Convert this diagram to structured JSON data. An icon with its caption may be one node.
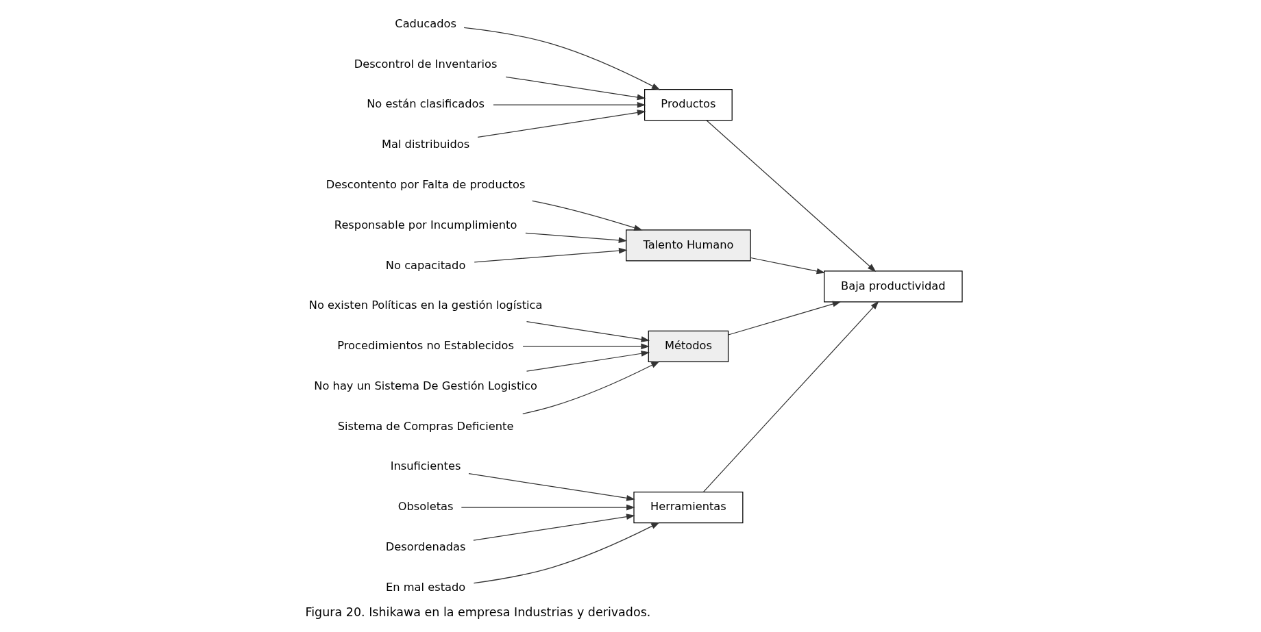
{
  "diagram": {
    "caption": "Figura 20. Ishikawa en la empresa Industrias y derivados.",
    "nodes": [
      {
        "text": [
          "Herramientas"
        ]
      },
      {
        "text": [
          "Insuficientes"
        ]
      },
      {
        "text": [
          "Obsoletas"
        ]
      },
      {
        "text": [
          "Desordenadas"
        ]
      },
      {
        "text": [
          "En mal estado"
        ]
      },
      {
        "text": [
          "Productos"
        ]
      },
      {
        "text": [
          "Caducados"
        ]
      },
      {
        "text": [
          "Descontrol de Inventarios"
        ]
      },
      {
        "text": [
          "No están clasificados"
        ]
      },
      {
        "text": [
          "Mal distribuidos"
        ]
      },
      {
        "text": [
          "Baja productividad"
        ]
      },
      {
        "text": [
          "Descontento por Falta de productos"
        ]
      },
      {
        "text": [
          "Responsable por Incumplimiento"
        ]
      },
      {
        "text": [
          "No capacitado"
        ]
      },
      {
        "text": [
          "Talento Humano"
        ]
      },
      {
        "text": [
          "No existen Políticas en la gestión logística"
        ]
      },
      {
        "text": [
          "Procedimientos no Establecidos"
        ]
      },
      {
        "text": [
          "No hay un Sistema De Gestión Logistico"
        ]
      },
      {
        "text": [
          "Sistema de Compras Deficiente"
        ]
      },
      {
        "text": [
          "Métodos"
        ]
      }
    ],
    "edges": [
      {
        "from": 1,
        "to": 0,
        "arrow": "to"
      },
      {
        "from": 2,
        "to": 0,
        "arrow": "to"
      },
      {
        "from": 3,
        "to": 0,
        "arrow": "to"
      },
      {
        "from": 4,
        "to": 0,
        "arrow": "to"
      },
      {
        "from": 6,
        "to": 5,
        "arrow": "to"
      },
      {
        "from": 7,
        "to": 5,
        "arrow": "to"
      },
      {
        "from": 8,
        "to": 5,
        "arrow": "to"
      },
      {
        "from": 9,
        "to": 5,
        "arrow": "to"
      },
      {
        "from": 11,
        "to": 14,
        "arrow": "to"
      },
      {
        "from": 12,
        "to": 14,
        "arrow": "to"
      },
      {
        "from": 13,
        "to": 14,
        "arrow": "to"
      },
      {
        "from": 15,
        "to": 19,
        "arrow": "to"
      },
      {
        "from": 16,
        "to": 19,
        "arrow": "to"
      },
      {
        "from": 17,
        "to": 19,
        "arrow": "to"
      },
      {
        "from": 18,
        "to": 19,
        "arrow": "to"
      },
      {
        "from": 0,
        "to": 10,
        "arrow": "to"
      },
      {
        "from": 5,
        "to": 10,
        "arrow": "to"
      },
      {
        "from": 14,
        "to": 10,
        "arrow": "to"
      },
      {
        "from": 19,
        "to": 10,
        "arrow": "to"
      }
    ]
  }
}
